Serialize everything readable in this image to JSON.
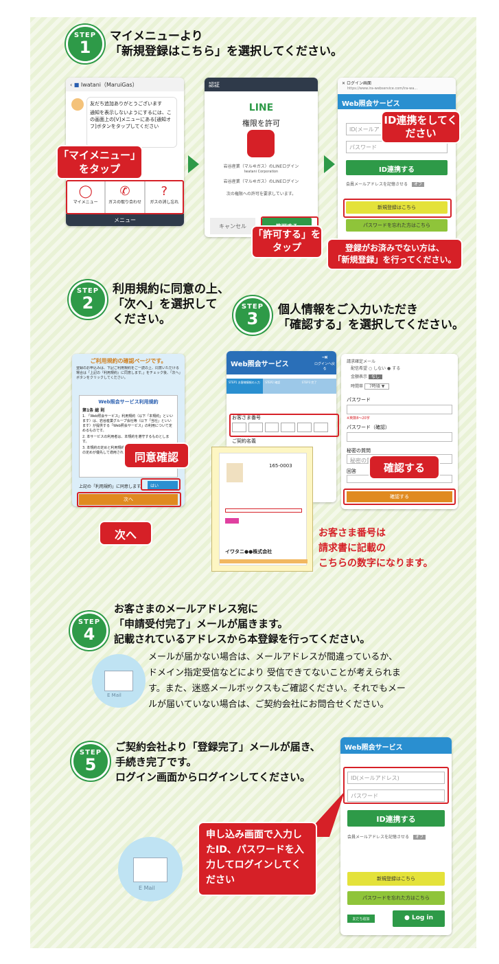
{
  "colors": {
    "accent_green": "#2e9a48",
    "callout_red": "#d62027",
    "web_blue": "#2a8fd0",
    "button_yellow": "#e4e23a"
  },
  "step_label": "STEP",
  "step1": {
    "num": "1",
    "line1": "マイメニューより",
    "line2": "「新規登録はこちら」を選択してください。",
    "line_chat": {
      "header": "Iwatani（MaruiGas）",
      "msg1": "友だち追加ありがとうございます",
      "msg2": "通知を表示しないようにするには、この画面上の[V]メニューにある[通知オフ]ボタンをタップしてください",
      "menu1": "マイメニュー",
      "menu2": "ガスの取り合わせ",
      "menu3": "ガスの消し忘れ",
      "menu_bar": "メニュー",
      "callout": "「マイメニュー」をタップ"
    },
    "auth": {
      "header": "認証",
      "brand": "LINE",
      "title": "権限を許可",
      "app": "岩谷産業（マルヰガス）のLINEログイン",
      "corp": "Iwatani Corporation",
      "desc": "岩谷産業（マルヰガス）のLINEログイン",
      "req": "次の権限への許可を要求しています。",
      "cancel": "キャンセル",
      "allow": "許可する",
      "callout": "「許可する」をタップ"
    },
    "login": {
      "browser_title": "ログイン画面",
      "browser_url": "https://www.ira-webservice.com/ira-wa...",
      "header": "Web照会サービス",
      "id_ph": "ID(メールアドレス)",
      "pw_ph": "パスワード",
      "link_btn": "ID連携する",
      "remember": "会員メールアドレスを記憶させる",
      "off": "オフ",
      "new_btn": "新規登録はこちら",
      "forgot_btn": "パスワードを忘れた方はこちら",
      "callout_id": "ID連携をしてください",
      "callout_new1": "登録がお済みでない方は、",
      "callout_new2": "「新規登録」を行ってください。"
    }
  },
  "step2": {
    "num": "2",
    "line1": "利用規約に同意の上、",
    "line2": "「次へ」を選択して",
    "line3": "ください。",
    "screen": {
      "title": "ご利用規約の確認ページです。",
      "note": "登録のお申込みは、下記ご利用規約をご一読の上、同意いただける場合は「上記の『利用規約』に同意します。」をチェック後、「次へ」ボタンをクリックしてください。",
      "terms_title": "Web照会サービス利用規約",
      "article": "第1条 総 則",
      "item1": "1. 「Web照会サービス」利用規約（以下「本規約」といいます）は、岩谷産業グループ会社等（以下「当社」といいます）が提供する「Web照会サービス」の利用について定めるものです。",
      "item2": "2. 本サービスの利用者は、本規約を遵守するものとします。",
      "item3": "3. 本規約の定めと利用規約の定めが異なる場合は、本規約の定めが優先して適用されるものとします。",
      "agree_text": "上記の「利用規約」に同意します。",
      "yes": "はい",
      "next": "次へ",
      "callout_agree": "同意確認",
      "callout_next": "次へ"
    }
  },
  "step3": {
    "num": "3",
    "line1": "個人情報をご入力いただき",
    "line2": "「確認する」を選択してください。",
    "left": {
      "header": "Web照会サービス",
      "logout": "ログインへ戻る",
      "steps": [
        "STEP1 お客様情報の入力",
        "STEP2 確認",
        "STEP3 完了"
      ],
      "cust_label": "お客さま番号",
      "name_label": "ご契約名義"
    },
    "bill": {
      "code": "165-0003",
      "brand": "イワタニ●●株式会社"
    },
    "right": {
      "mail_label": "請求確定メール",
      "notify": "配信希望",
      "no": "しない",
      "yes": "する",
      "amount": "金額表示",
      "none": "なし",
      "time_label": "時間帯",
      "time_val": "7時頃",
      "pw_label": "パスワード",
      "pw_note": "※英数8〜20字",
      "pwc_label": "パスワード（確認）",
      "secret_label": "秘密の質問",
      "secret_ph": "秘密の質問を選択してください",
      "answer_label": "回答",
      "confirm_btn": "確認する",
      "callout": "確認する"
    },
    "note1": "お客さま番号は",
    "note2": "請求書に記載の",
    "note3": "こちらの数字になります。"
  },
  "step4": {
    "num": "4",
    "line1": "お客さまのメールアドレス宛に",
    "line2": "「申請受付完了」メールが届きます。",
    "line3": "記載されているアドレスから本登録を行ってください。",
    "para1": "メールが届かない場合は、メールアドレスが間違っているか、",
    "para2": "ドメイン指定受信などにより 受信できてないことが考えられま",
    "para3": "す。また、迷惑メールボックスもご確認ください。それでもメー",
    "para4": "ルが届いていない場合は、ご契約会社にお問合せください。",
    "email_label": "E Mail"
  },
  "step5": {
    "num": "5",
    "line1": "ご契約会社より「登録完了」メールが届き、",
    "line2": "手続き完了です。",
    "line3": "ログイン画面からログインしてください。",
    "login": {
      "header": "Web照会サービス",
      "id_ph": "ID(メールアドレス)",
      "pw_ph": "パスワード",
      "link_btn": "ID連携する",
      "remember": "会員メールアドレスを記憶させる",
      "off": "オフ",
      "new_btn": "新規登録はこちら",
      "forgot_btn": "パスワードを忘れた方はこちら",
      "line_add": "友だち追加",
      "line_login": "Log in"
    },
    "callout": "申し込み画面で入力したID、パスワードを入力してログインしてください",
    "email_label": "E Mail"
  }
}
